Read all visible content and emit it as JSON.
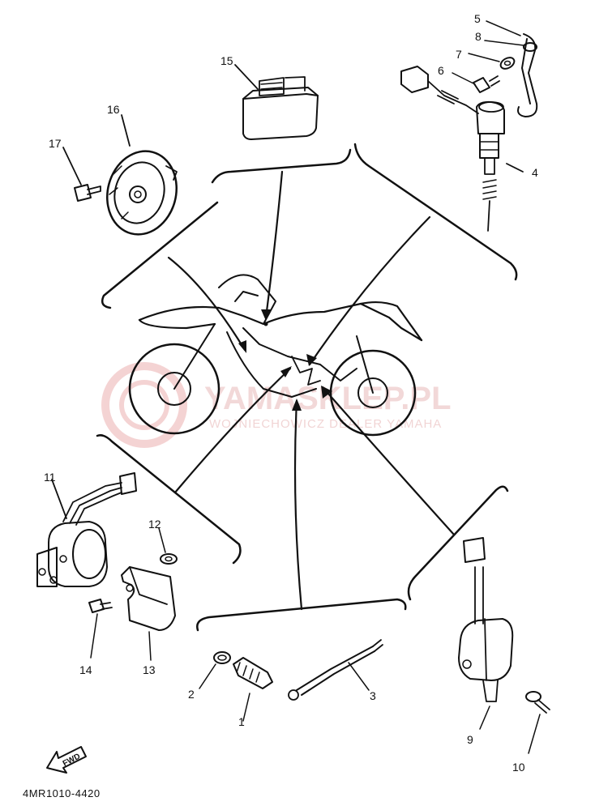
{
  "callouts": {
    "c1": "1",
    "c2": "2",
    "c3": "3",
    "c4": "4",
    "c5": "5",
    "c6": "6",
    "c7": "7",
    "c8": "8",
    "c9": "9",
    "c10": "10",
    "c11": "11",
    "c12": "12",
    "c13": "13",
    "c14": "14",
    "c15": "15",
    "c16": "16",
    "c17": "17"
  },
  "watermark": {
    "main": "YAMASKLEP.PL",
    "sub": "WOJNIECHOWICZ DEALER YAMAHA"
  },
  "diagram_code": "4MR1010-4420",
  "fwd_label": "FWD"
}
